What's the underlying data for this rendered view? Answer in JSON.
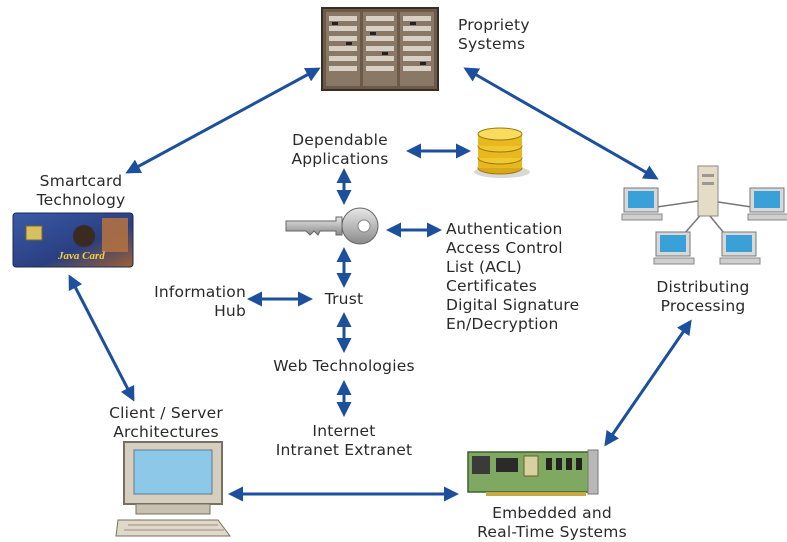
{
  "nodes": {
    "proprietary": {
      "label": [
        "Propriety",
        "Systems"
      ],
      "icon": "server-rack-icon"
    },
    "smartcard": {
      "label": [
        "Smartcard",
        "Technology"
      ],
      "card_text": "Java Card",
      "icon": "smartcard-icon"
    },
    "distributing": {
      "label": [
        "Distributing",
        "Processing"
      ],
      "icon": "network-computers-icon"
    },
    "client_server": {
      "label": [
        "Client / Server",
        "Architectures"
      ],
      "icon": "desktop-computer-icon"
    },
    "embedded": {
      "label": [
        "Embedded and",
        "Real-Time Systems"
      ],
      "icon": "circuit-board-icon"
    },
    "dependable": {
      "label": [
        "Dependable",
        "Applications"
      ],
      "icon": "database-icon"
    },
    "security": {
      "items": [
        "Authentication",
        "Access Control",
        "List (ACL)",
        "Certificates",
        "Digital Signature",
        "En/Decryption"
      ],
      "icon": "key-icon"
    },
    "information_hub": {
      "label": [
        "Information",
        "Hub"
      ]
    },
    "trust": {
      "label": [
        "Trust"
      ]
    },
    "web": {
      "label": [
        "Web Technologies"
      ]
    },
    "internet": {
      "label": [
        "Internet",
        "Intranet Extranet"
      ]
    }
  },
  "colors": {
    "arrow": "#1c4f9c",
    "text": "#2a2a2a",
    "screen": "#8ec8e8",
    "gold": "#e8b820"
  }
}
